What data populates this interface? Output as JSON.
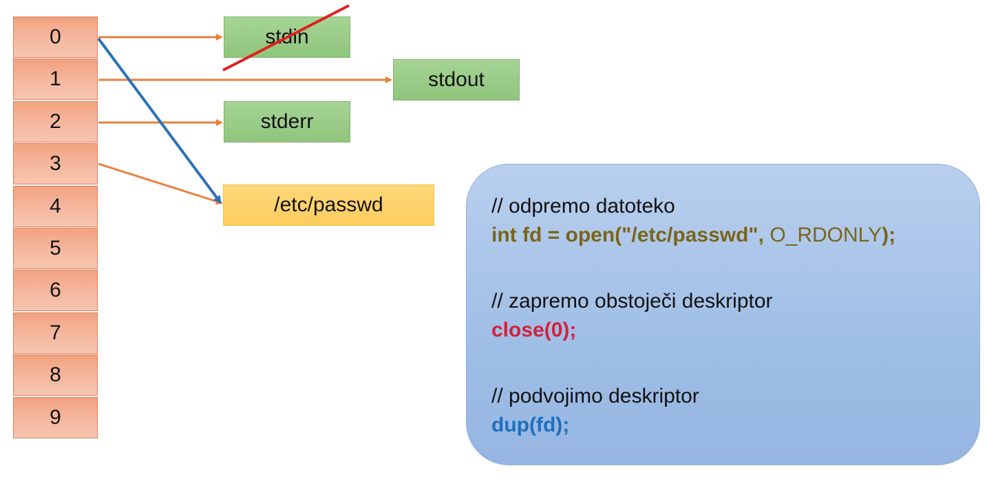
{
  "fd_table": [
    "0",
    "1",
    "2",
    "3",
    "4",
    "5",
    "6",
    "7",
    "8",
    "9"
  ],
  "files": {
    "stdin": "stdin",
    "stdout": "stdout",
    "stderr": "stderr",
    "passwd": "/etc/passwd"
  },
  "code": {
    "comment_open": "// odpremo datoteko",
    "open_part1": "int fd = open(\"/etc/passwd\", ",
    "open_part2": "O_RDONLY",
    "open_part3": ");",
    "comment_close": "// zapremo obstoječi deskriptor",
    "close_call": "close(0);",
    "comment_dup": "// podvojimo deskriptor",
    "dup_call": "dup(fd);"
  },
  "colors": {
    "arrow_orange": "#e8803a",
    "arrow_blue": "#2a72b8",
    "strike_red": "#e02020"
  }
}
